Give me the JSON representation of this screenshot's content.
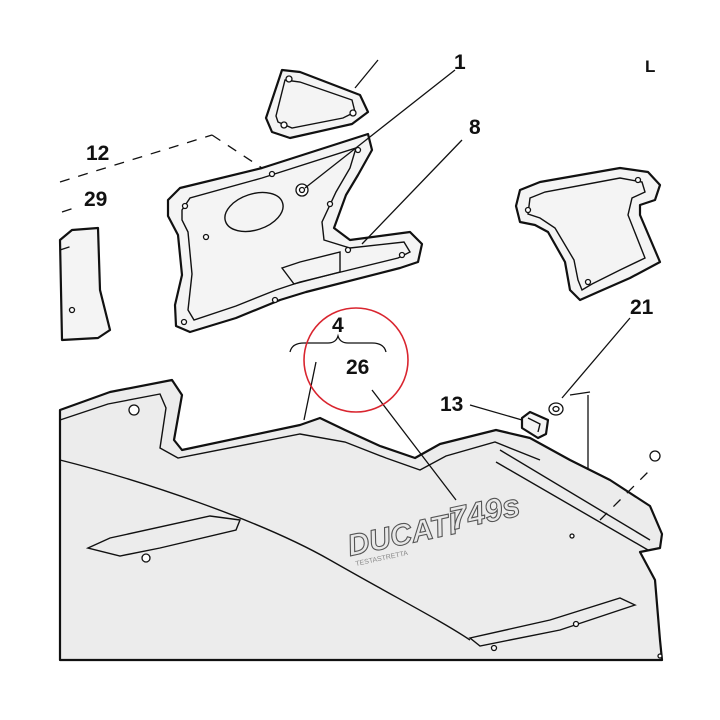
{
  "diagram": {
    "callouts": [
      {
        "id": "c1",
        "text": "1"
      },
      {
        "id": "c8",
        "text": "8"
      },
      {
        "id": "c12",
        "text": "12"
      },
      {
        "id": "c29",
        "text": "29"
      },
      {
        "id": "c4",
        "text": "4"
      },
      {
        "id": "c26",
        "text": "26"
      },
      {
        "id": "c21",
        "text": "21"
      },
      {
        "id": "c13",
        "text": "13"
      },
      {
        "id": "cL",
        "text": "L"
      }
    ],
    "fairing_logo": {
      "brand": "DUCATI",
      "model": "749s",
      "subtext": "TESTASTRETTA"
    },
    "highlight_color": "#d9252f"
  }
}
